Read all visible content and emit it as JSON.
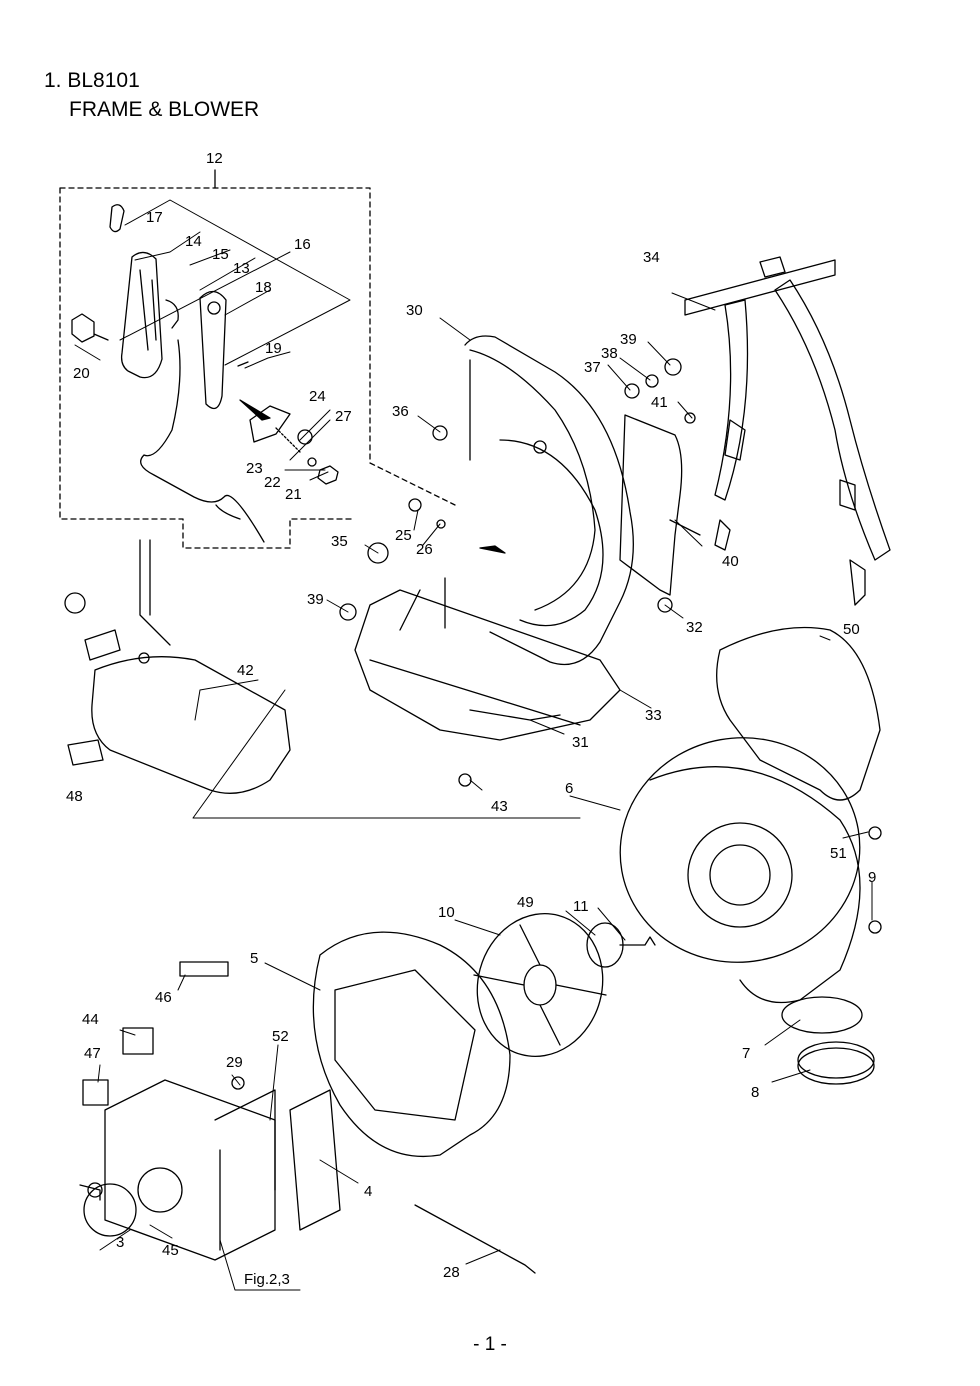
{
  "header": {
    "title_line1": "1. BL8101",
    "title_line2": "FRAME & BLOWER"
  },
  "reference_label": "Fig.2,3",
  "page_number": "- 1 -",
  "part_labels": [
    "12",
    "17",
    "14",
    "15",
    "16",
    "13",
    "18",
    "19",
    "20",
    "24",
    "27",
    "23",
    "22",
    "21",
    "30",
    "39",
    "38",
    "37",
    "41",
    "36",
    "25",
    "26",
    "40",
    "34",
    "35",
    "39",
    "32",
    "50",
    "42",
    "33",
    "31",
    "48",
    "43",
    "6",
    "51",
    "9",
    "10",
    "49",
    "11",
    "5",
    "46",
    "44",
    "52",
    "29",
    "47",
    "7",
    "8",
    "4",
    "3",
    "45",
    "28"
  ]
}
